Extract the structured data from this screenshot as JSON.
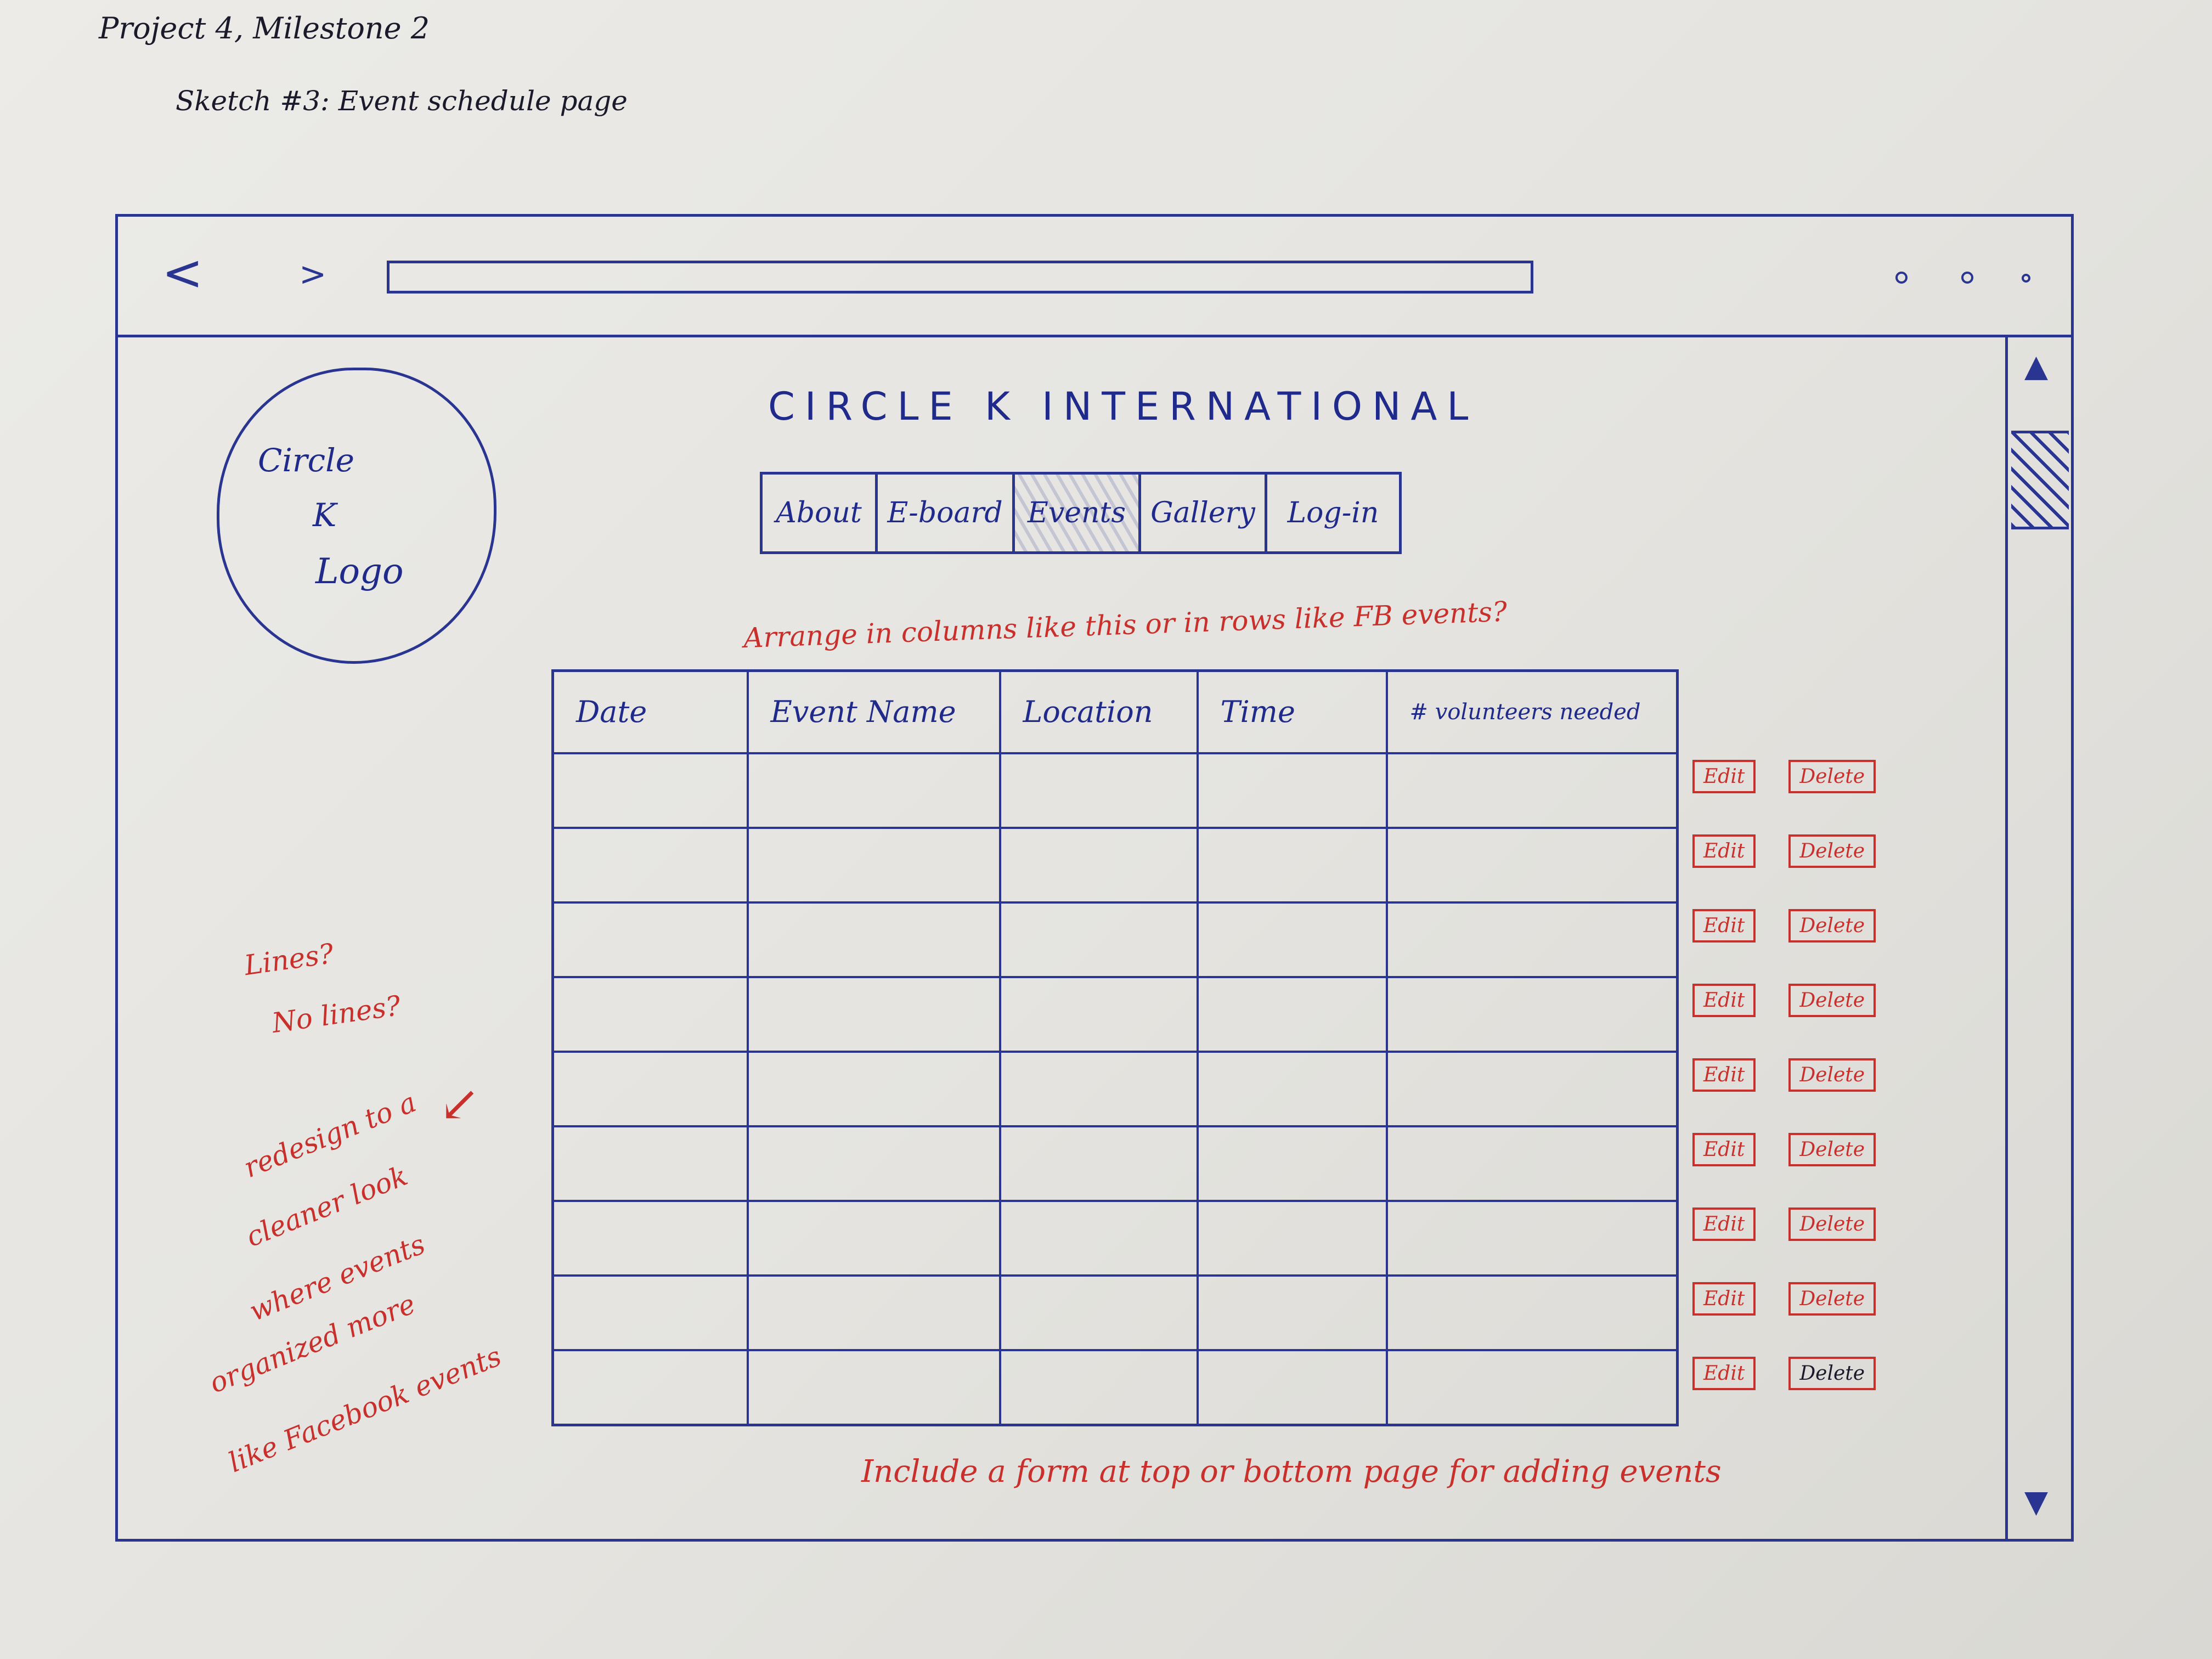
{
  "sheet": {
    "title": "Project 4, Milestone 2",
    "subtitle": "Sketch #3: Event schedule page"
  },
  "browser": {
    "back_glyph": "<",
    "forward_glyph": ">",
    "url_value": "",
    "scroll_up_glyph": "▲",
    "scroll_down_glyph": "▼"
  },
  "logo": {
    "line1": "Circle",
    "line2": "K",
    "line3": "Logo"
  },
  "site": {
    "title": "CIRCLE K INTERNATIONAL"
  },
  "nav": {
    "items": [
      {
        "label": "About"
      },
      {
        "label": "E-board"
      },
      {
        "label": "Events"
      },
      {
        "label": "Gallery"
      },
      {
        "label": "Log-in"
      }
    ],
    "active": "Events"
  },
  "annotations": {
    "arrange": "Arrange in columns like this or in rows like FB events?",
    "lines_q1": "Lines?",
    "lines_q2": "No lines?",
    "redesign_1": "redesign to a",
    "redesign_2": "cleaner look",
    "redesign_3": "where events",
    "redesign_4": "organized more",
    "redesign_5": "like Facebook events",
    "form_note": "Include a form at top or bottom page for adding events",
    "arrow_glyph": "↙"
  },
  "table": {
    "columns": [
      "Date",
      "Event Name",
      "Location",
      "Time",
      "# volunteers needed"
    ],
    "row_count": 9
  },
  "row_actions": {
    "edit_label": "Edit",
    "delete_label": "Delete"
  },
  "colors": {
    "ink": "#2a3591",
    "annotation": "#c9302c",
    "paper": "#e6e5e1"
  }
}
